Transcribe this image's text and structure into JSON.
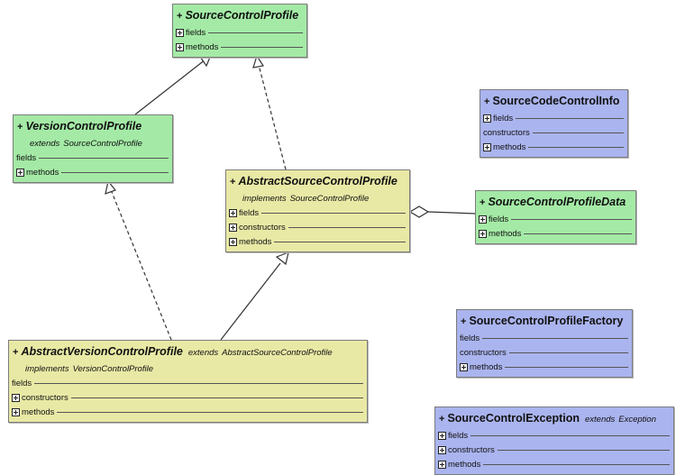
{
  "diagram": {
    "classes": [
      {
        "id": "sourcecontrolprofile",
        "visibility": "+",
        "name": "SourceControlProfile",
        "abstract": true,
        "color": "green",
        "sections": [
          {
            "label": "fields",
            "expandable": true
          },
          {
            "label": "methods",
            "expandable": true
          }
        ]
      },
      {
        "id": "versioncontrolprofile",
        "visibility": "+",
        "name": "VersionControlProfile",
        "abstract": true,
        "color": "green",
        "extends_keyword": "extends",
        "extends": "SourceControlProfile",
        "sections": [
          {
            "label": "fields",
            "expandable": false
          },
          {
            "label": "methods",
            "expandable": true
          }
        ]
      },
      {
        "id": "abstractsourcecontrolprofile",
        "visibility": "+",
        "name": "AbstractSourceControlProfile",
        "abstract": true,
        "color": "yellow",
        "implements_keyword": "implements",
        "implements": "SourceControlProfile",
        "sections": [
          {
            "label": "fields",
            "expandable": true
          },
          {
            "label": "constructors",
            "expandable": true
          },
          {
            "label": "methods",
            "expandable": true
          }
        ]
      },
      {
        "id": "abstractversioncontrolprofile",
        "visibility": "+",
        "name": "AbstractVersionControlProfile",
        "abstract": true,
        "color": "yellow",
        "extends_keyword": "extends",
        "extends": "AbstractSourceControlProfile",
        "implements_keyword": "implements",
        "implements": "VersionControlProfile",
        "sections": [
          {
            "label": "fields",
            "expandable": false
          },
          {
            "label": "constructors",
            "expandable": true
          },
          {
            "label": "methods",
            "expandable": true
          }
        ]
      },
      {
        "id": "sourcecontrolprofiledata",
        "visibility": "+",
        "name": "SourceControlProfileData",
        "abstract": true,
        "color": "green",
        "sections": [
          {
            "label": "fields",
            "expandable": true
          },
          {
            "label": "methods",
            "expandable": true
          }
        ]
      },
      {
        "id": "sourcecodecontrolinfo",
        "visibility": "+",
        "name": "SourceCodeControlInfo",
        "abstract": false,
        "color": "blue",
        "sections": [
          {
            "label": "fields",
            "expandable": true
          },
          {
            "label": "constructors",
            "expandable": false
          },
          {
            "label": "methods",
            "expandable": true
          }
        ]
      },
      {
        "id": "sourcecontrolprofilefactory",
        "visibility": "+",
        "name": "SourceControlProfileFactory",
        "abstract": false,
        "color": "blue",
        "sections": [
          {
            "label": "fields",
            "expandable": false
          },
          {
            "label": "constructors",
            "expandable": false
          },
          {
            "label": "methods",
            "expandable": true
          }
        ]
      },
      {
        "id": "sourcecontrolexception",
        "visibility": "+",
        "name": "SourceControlException",
        "abstract": false,
        "color": "blue",
        "extends_keyword": "extends",
        "extends": "Exception",
        "sections": [
          {
            "label": "fields",
            "expandable": true
          },
          {
            "label": "constructors",
            "expandable": true
          },
          {
            "label": "methods",
            "expandable": true
          }
        ]
      }
    ],
    "relationships": [
      {
        "from": "versioncontrolprofile",
        "to": "sourcecontrolprofile",
        "kind": "generalization"
      },
      {
        "from": "abstractsourcecontrolprofile",
        "to": "sourcecontrolprofile",
        "kind": "realization"
      },
      {
        "from": "abstractversioncontrolprofile",
        "to": "versioncontrolprofile",
        "kind": "realization"
      },
      {
        "from": "abstractversioncontrolprofile",
        "to": "abstractsourcecontrolprofile",
        "kind": "generalization"
      },
      {
        "from": "abstractsourcecontrolprofile",
        "to": "sourcecontrolprofiledata",
        "kind": "aggregation"
      }
    ],
    "colors": {
      "green": "#a4eaa6",
      "yellow": "#e9e9a6",
      "blue": "#aab4ee",
      "border": "#7c7c7c",
      "line": "#333333"
    }
  }
}
